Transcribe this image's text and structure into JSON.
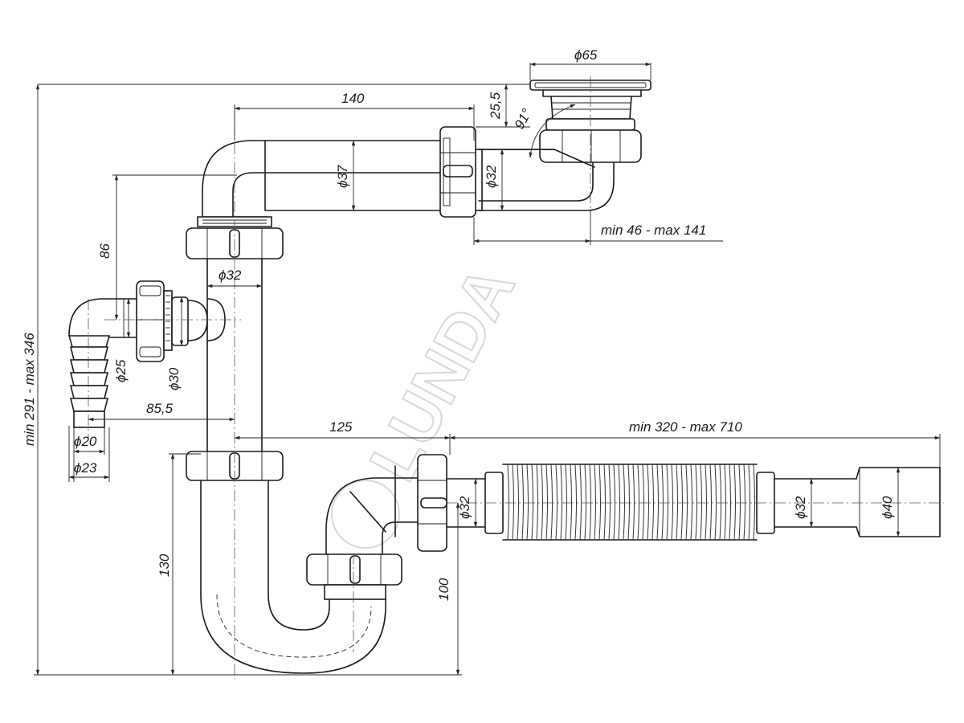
{
  "brand": "LUNDA",
  "dimensions": {
    "d65": "ϕ65",
    "w140": "140",
    "h25_5": "25,5",
    "angle91": "91°",
    "d37": "ϕ37",
    "d32_top": "ϕ32",
    "range_46_141": "min 46 - max 141",
    "h86": "86",
    "d32_mid": "ϕ32",
    "total_height": "min 291 - max 346",
    "d25": "ϕ25",
    "d30": "ϕ30",
    "w85_5": "85,5",
    "d20": "ϕ20",
    "d23": "ϕ23",
    "w125": "125",
    "range_320_710": "min 320 - max 710",
    "h130": "130",
    "d32_trap": "ϕ32",
    "h100": "100",
    "d32_hose": "ϕ32",
    "d40": "ϕ40"
  }
}
